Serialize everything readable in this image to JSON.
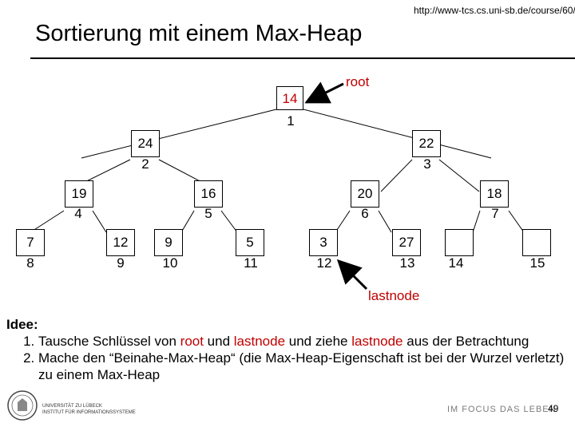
{
  "url": "http://www-tcs.cs.uni-sb.de/course/60/",
  "title": "Sortierung mit einem Max-Heap",
  "labels": {
    "root": "root",
    "lastnode": "lastnode"
  },
  "nodes": [
    {
      "index": "1",
      "key": "14"
    },
    {
      "index": "2",
      "key": "24"
    },
    {
      "index": "3",
      "key": "22"
    },
    {
      "index": "4",
      "key": "19"
    },
    {
      "index": "5",
      "key": "16"
    },
    {
      "index": "6",
      "key": "20"
    },
    {
      "index": "7",
      "key": "18"
    },
    {
      "index": "8",
      "key": "7"
    },
    {
      "index": "9",
      "key": "12"
    },
    {
      "index": "10",
      "key": "9"
    },
    {
      "index": "11",
      "key": "5"
    },
    {
      "index": "12",
      "key": "3"
    },
    {
      "index": "13",
      "key": "27"
    },
    {
      "index": "14",
      "key": ""
    },
    {
      "index": "15",
      "key": ""
    }
  ],
  "idea": {
    "heading": "Idee:",
    "step1": {
      "a": "Tausche Schlüssel von ",
      "b": "root",
      "c": " und ",
      "d": "lastnode",
      "e": " und ziehe ",
      "f": "lastnode",
      "g": " aus der Betrachtung"
    },
    "step2": "Mache den “Beinahe-Max-Heap“ (die Max-Heap-Eigenschaft ist bei der Wurzel verletzt) zu einem Max-Heap"
  },
  "footer": {
    "university": "UNIVERSITÄT ZU LÜBECK",
    "university_sub": "INSTITUT FÜR INFORMATIONSSYSTEME",
    "motto": "IM FOCUS DAS LEBEN",
    "page": "49"
  },
  "colors": {
    "accent": "#c00000"
  }
}
